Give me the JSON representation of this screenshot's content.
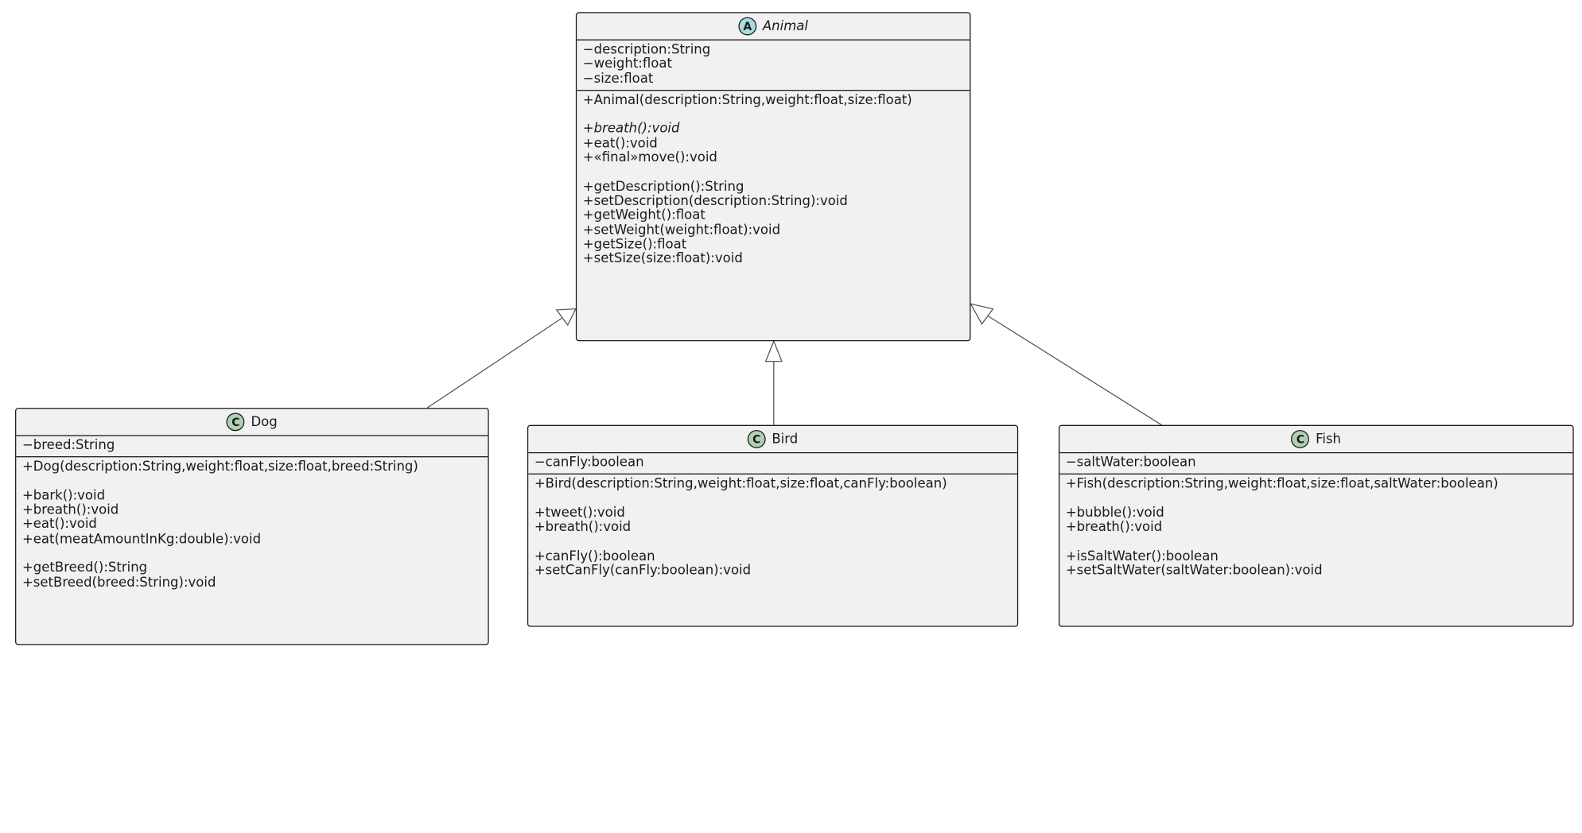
{
  "classes": {
    "animal": {
      "name": "Animal",
      "badge": "A",
      "attributes": [
        "−description:String",
        "−weight:float",
        "−size:float"
      ],
      "methods": [
        {
          "text": "+Animal(description:String,weight:float,size:float)"
        },
        {
          "text": ""
        },
        {
          "text": "+breath():void",
          "italic": true
        },
        {
          "text": "+eat():void"
        },
        {
          "text": "+«final»move():void"
        },
        {
          "text": ""
        },
        {
          "text": "+getDescription():String"
        },
        {
          "text": "+setDescription(description:String):void"
        },
        {
          "text": "+getWeight():float"
        },
        {
          "text": "+setWeight(weight:float):void"
        },
        {
          "text": "+getSize():float"
        },
        {
          "text": "+setSize(size:float):void"
        }
      ]
    },
    "dog": {
      "name": "Dog",
      "badge": "C",
      "attributes": [
        "−breed:String"
      ],
      "methods": [
        {
          "text": "+Dog(description:String,weight:float,size:float,breed:String)"
        },
        {
          "text": ""
        },
        {
          "text": "+bark():void"
        },
        {
          "text": "+breath():void"
        },
        {
          "text": "+eat():void"
        },
        {
          "text": "+eat(meatAmountInKg:double):void"
        },
        {
          "text": ""
        },
        {
          "text": "+getBreed():String"
        },
        {
          "text": "+setBreed(breed:String):void"
        }
      ]
    },
    "bird": {
      "name": "Bird",
      "badge": "C",
      "attributes": [
        "−canFly:boolean"
      ],
      "methods": [
        {
          "text": "+Bird(description:String,weight:float,size:float,canFly:boolean)"
        },
        {
          "text": ""
        },
        {
          "text": "+tweet():void"
        },
        {
          "text": "+breath():void"
        },
        {
          "text": ""
        },
        {
          "text": "+canFly():boolean"
        },
        {
          "text": "+setCanFly(canFly:boolean):void"
        }
      ]
    },
    "fish": {
      "name": "Fish",
      "badge": "C",
      "attributes": [
        "−saltWater:boolean"
      ],
      "methods": [
        {
          "text": "+Fish(description:String,weight:float,size:float,saltWater:boolean)"
        },
        {
          "text": ""
        },
        {
          "text": "+bubble():void"
        },
        {
          "text": "+breath():void"
        },
        {
          "text": ""
        },
        {
          "text": "+isSaltWater():boolean"
        },
        {
          "text": "+setSaltWater(saltWater:boolean):void"
        }
      ]
    }
  },
  "relations": [
    {
      "type": "inheritance",
      "from": "dog",
      "to": "animal"
    },
    {
      "type": "inheritance",
      "from": "bird",
      "to": "animal"
    },
    {
      "type": "inheritance",
      "from": "fish",
      "to": "animal"
    }
  ],
  "colors": {
    "class_fill": "#f1f1f1",
    "border": "#181818",
    "abstract_badge": "#a9dcdf",
    "class_badge": "#add1b2",
    "edge": "#555555"
  }
}
